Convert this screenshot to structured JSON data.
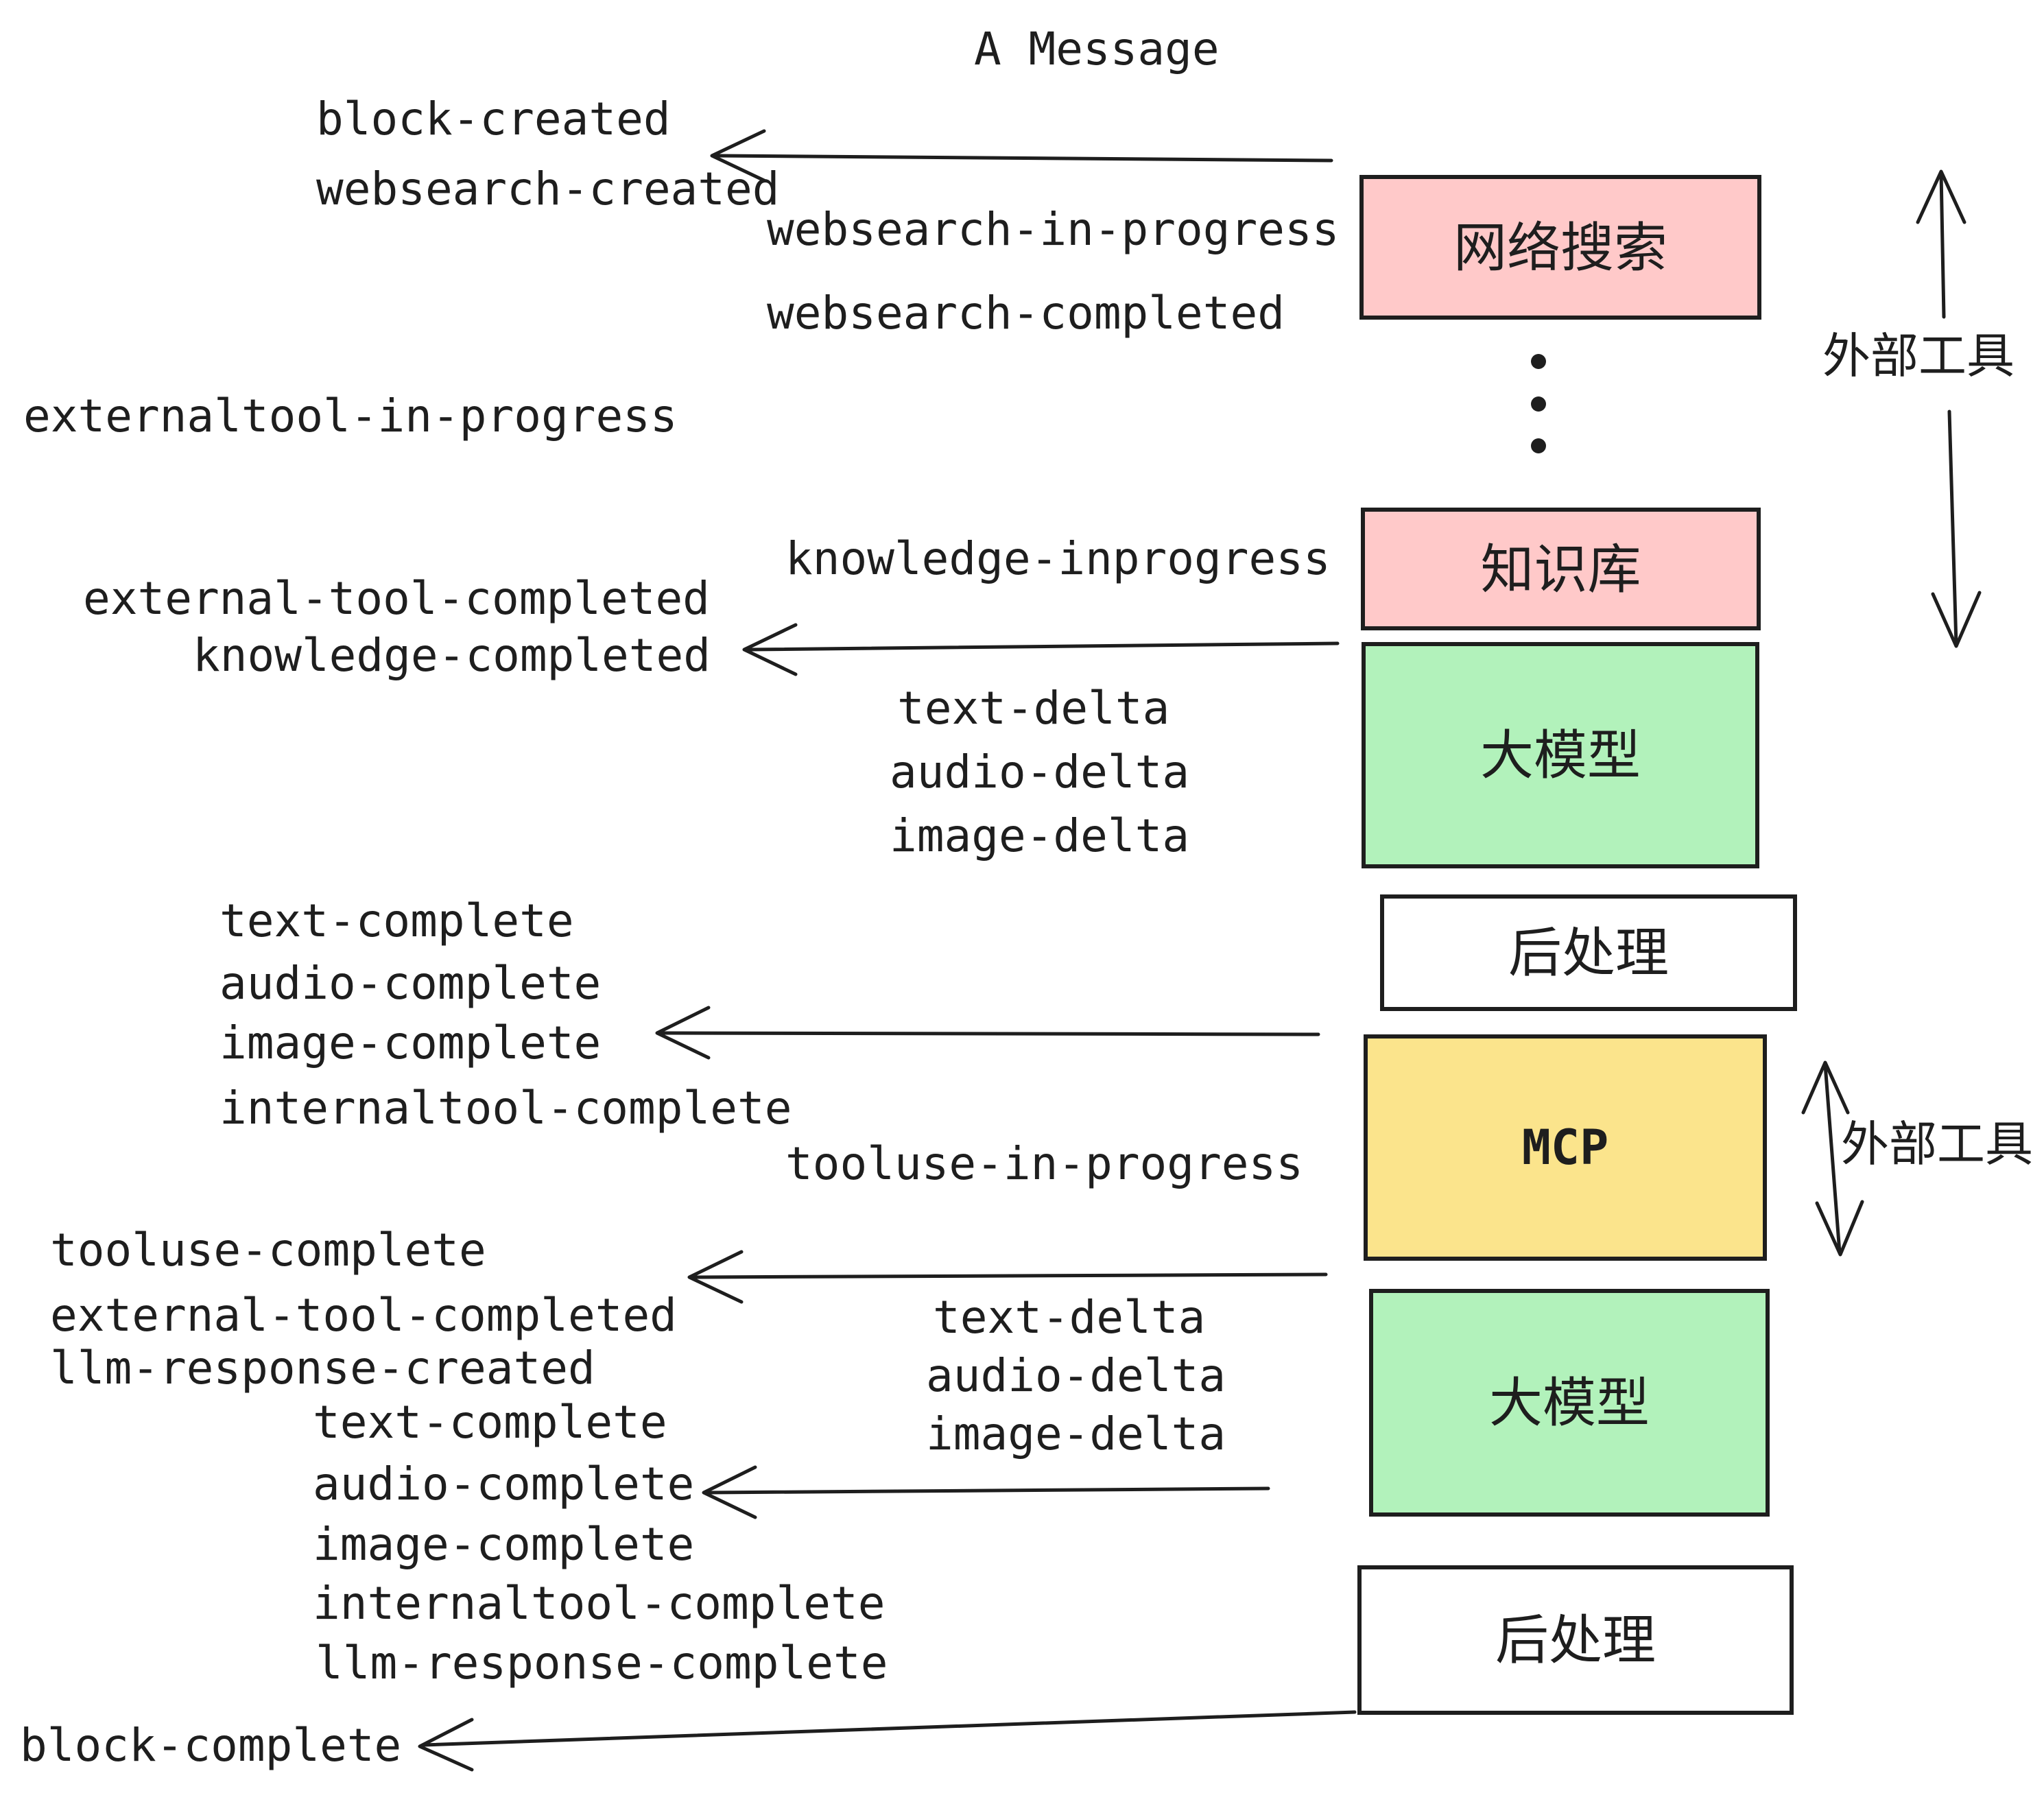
{
  "title": "A Message",
  "boxes": {
    "websearch": {
      "label": "网络搜索"
    },
    "knowledge": {
      "label": "知识库"
    },
    "llm1": {
      "label": "大模型"
    },
    "post1": {
      "label": "后处理"
    },
    "mcp": {
      "label": "MCP"
    },
    "llm2": {
      "label": "大模型"
    },
    "post2": {
      "label": "后处理"
    }
  },
  "side_labels": {
    "external_tool_top": "外部工具",
    "external_tool_bottom": "外部工具"
  },
  "events": {
    "block_created": "block-created",
    "websearch_created": "websearch-created",
    "websearch_in_progress": "websearch-in-progress",
    "websearch_completed": "websearch-completed",
    "externaltool_in_progress": "externaltool-in-progress",
    "knowledge_inprogress": "knowledge-inprogress",
    "external_tool_completed_1": "external-tool-completed",
    "knowledge_completed": "knowledge-completed",
    "text_delta_1": "text-delta",
    "audio_delta_1": "audio-delta",
    "image_delta_1": "image-delta",
    "text_complete_1": "text-complete",
    "audio_complete_1": "audio-complete",
    "image_complete_1": "image-complete",
    "internaltool_complete_1": "internaltool-complete",
    "tooluse_in_progress": "tooluse-in-progress",
    "tooluse_complete": "tooluse-complete",
    "external_tool_completed_2": "external-tool-completed",
    "llm_response_created": "llm-response-created",
    "text_delta_2": "text-delta",
    "audio_delta_2": "audio-delta",
    "image_delta_2": "image-delta",
    "text_complete_2": "text-complete",
    "audio_complete_2": "audio-complete",
    "image_complete_2": "image-complete",
    "internaltool_complete_2": "internaltool-complete",
    "llm_response_complete": "llm-response-complete",
    "block_complete": "block-complete"
  },
  "colors": {
    "box_pink": "#FFC9C9",
    "box_green": "#B2F2BB",
    "box_yellow": "#FBE48C",
    "box_white": "#FFFFFF",
    "stroke": "#1E1E1E"
  }
}
